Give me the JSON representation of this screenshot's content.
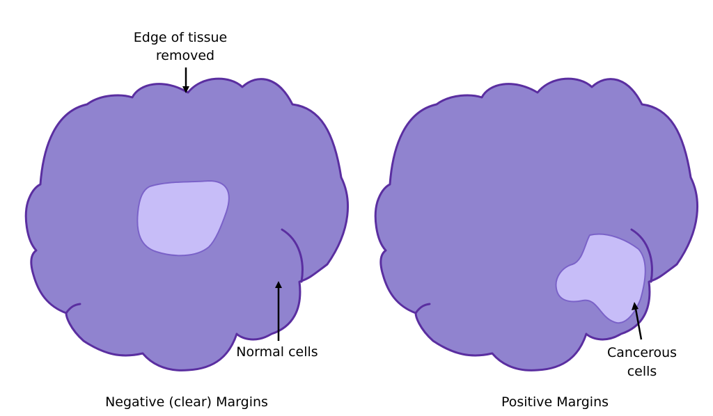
{
  "labels": {
    "edge_line1": "Edge of tissue",
    "edge_line2": "removed",
    "normal_cells": "Normal cells",
    "cancerous_line1": "Cancerous",
    "cancerous_line2": "cells",
    "negative_caption": "Negative (clear) Margins",
    "positive_caption": "Positive Margins"
  },
  "colors": {
    "tissue_fill": "#9083cf",
    "tissue_outline": "#5a2ea0",
    "cancer_fill": "#c7bdf8",
    "arrow": "#000000"
  }
}
